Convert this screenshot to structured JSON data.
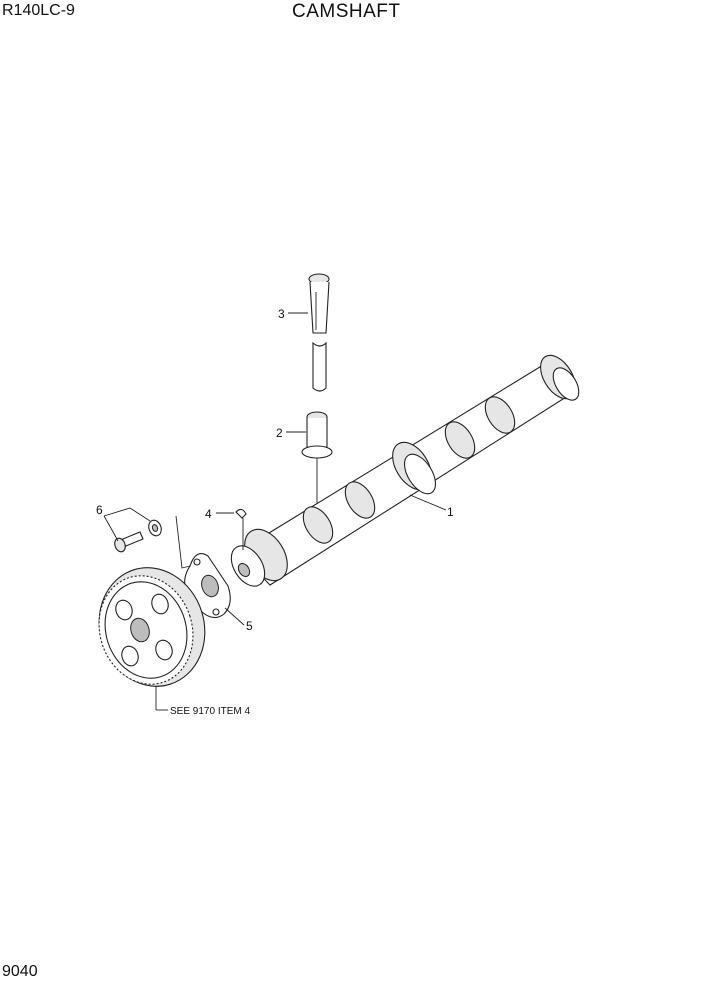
{
  "header": {
    "model": "R140LC-9",
    "title": "CAMSHAFT"
  },
  "footer": {
    "page_number": "9040"
  },
  "callouts": [
    {
      "id": "1",
      "label": "1"
    },
    {
      "id": "2",
      "label": "2"
    },
    {
      "id": "3",
      "label": "3"
    },
    {
      "id": "4",
      "label": "4"
    },
    {
      "id": "5",
      "label": "5"
    },
    {
      "id": "6",
      "label": "6"
    }
  ],
  "reference_note": "SEE 9170 ITEM 4"
}
